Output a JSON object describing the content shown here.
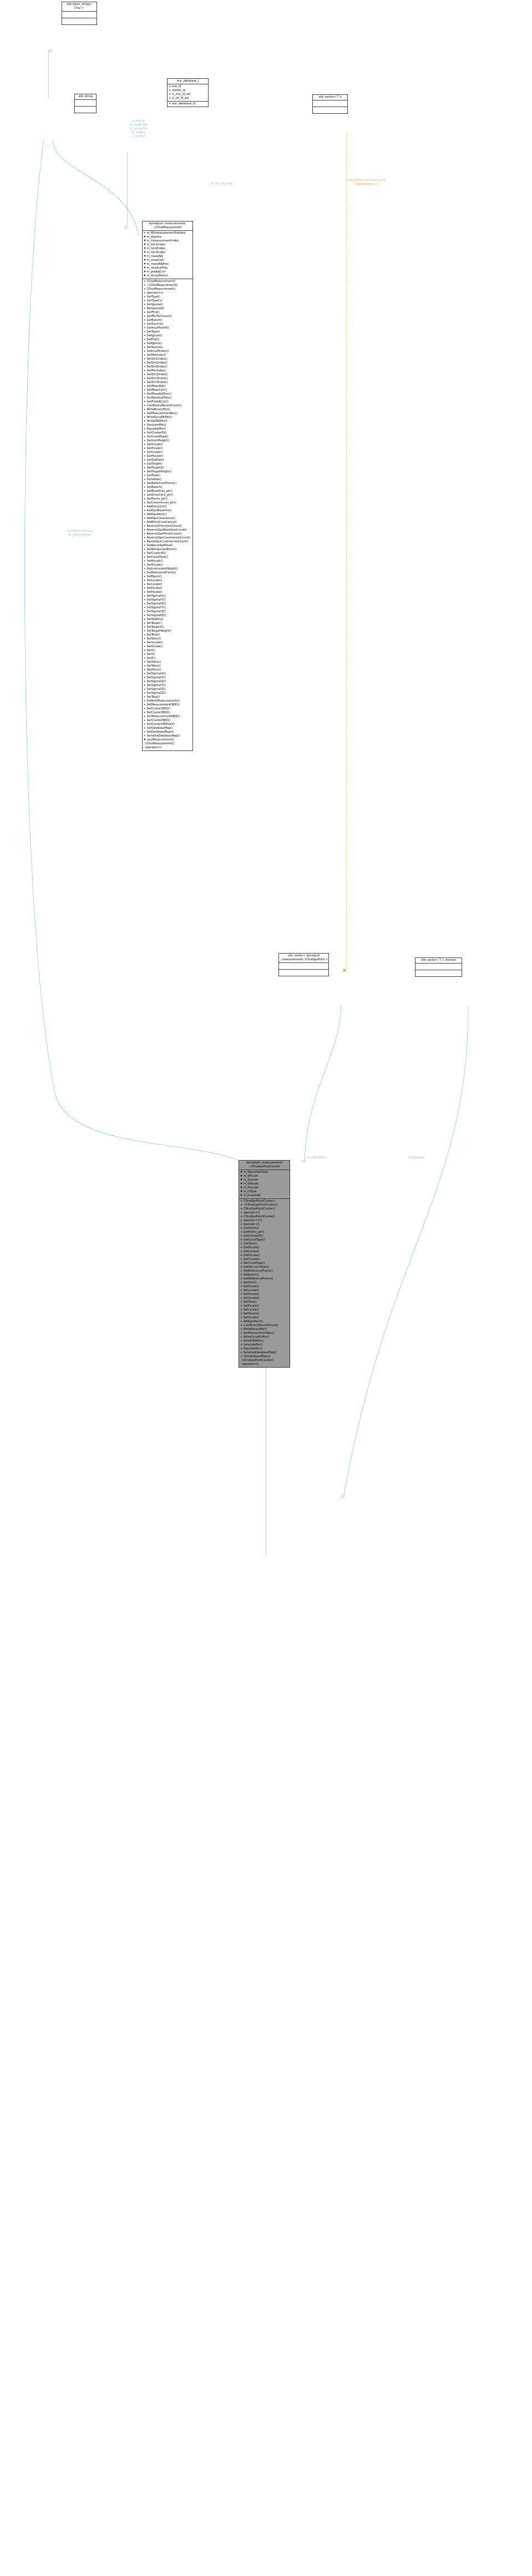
{
  "colors": {
    "usage_edge": "#63b8ff",
    "template_edge": "#f6a623",
    "inherit_edge": "#63b8ff",
    "focus_box_fill": "#9a9a9a",
    "box_border": "#404040"
  },
  "basic_string": {
    "title_lines": [
      "std::basic_string<",
      "Char >"
    ]
  },
  "std_string": {
    "title": "std::string"
  },
  "msr_database": {
    "title": "msr_database_t",
    "attributes": [
      "+ msr_id",
      "+ cluster_id",
      "+ is_msr_id_set",
      "+ is_cls_id_set"
    ],
    "methods": [
      "+ msr_database_t()"
    ]
  },
  "vector_t": {
    "title": "std::vector< T >"
  },
  "vector_gps": {
    "title_lines": [
      "std::vector< dynadjust",
      "::measurements::CDnaGpsPoint >"
    ]
  },
  "vector_iter": {
    "title": "std::vector< T >::iterator"
  },
  "cdna_measurement": {
    "title_lines": [
      "dynadjust::measurements",
      "::CDnaMeasurement"
    ],
    "attributes": [
      "+ m_MSmeasurementStations",
      "# m_bIgnore",
      "# m_lmeasurementIndex",
      "# m_lstn1Index",
      "# m_lstn2Index",
      "# m_lstn3Index",
      "# m_measAdj",
      "# m_measCorr",
      "# m_measAdjPrec",
      "# m_residualPrec",
      "# m_preAdjCorr",
      "# m_bInsufficient"
    ],
    "methods": [
      "+ CDnaMeasurement()",
      "+ ~CDnaMeasurement()",
      "+ CDnaMeasurement()",
      "+ operator=()",
      "+ GetType()",
      "+ GetTypeC()",
      "+ GetIgnore()",
      "+ NotIgnored()",
      "+ GetFirst()",
      "+ GetMsrStnCount()",
      "+ GetEpoch()",
      "+ GetSource()",
      "+ GetInsufficient()",
      "+ SetType()",
      "+ SetIgnore()",
      "+ SetFirst()",
      "+ SetEpoch()",
      "+ SetSource()",
      "+ SetInsufficient()",
      "+ SetMsrIndex()",
      "+ SetStn1Index()",
      "+ SetStn2Index()",
      "+ SetStn3Index()",
      "+ GetMsrIndex()",
      "+ GetStn1Index()",
      "+ GetStn2Index()",
      "+ GetStn3Index()",
      "+ GetMeasAdj()",
      "+ GetMeasCorr()",
      "+ GetMeasAdjPrec()",
      "+ GetResidualPrec()",
      "+ GetPreAdjCorr()",
      "+ CalcBinaryRecordCount()",
      "+ WriteBinaryMsr()",
      "+ SetMeasurementRec()",
      "+ WriteDynaMLMsr()",
      "+ WriteDNAMsr()",
      "+ SimulateMsr()",
      "+ PopulateMsr()",
      "+ GetClusterID()",
      "+ GetCoordType()",
      "+ GetInstrHeight()",
      "+ GetVscale()",
      "+ GetPscale()",
      "+ GetLscale()",
      "+ GetHscale()",
      "+ GetStdDev()",
      "+ GetTarget()",
      "+ GetTarget2()",
      "+ GetTargetHeight()",
      "+ GetTotal()",
      "+ GetValue()",
      "+ GetReferenceFrame()",
      "+ GetEpoch()",
      "+ GetBaselines_ptr()",
      "+ GetDirections_ptr()",
      "+ GetPoints_ptr()",
      "+ GetCovariances_ptr()",
      "+ AddDirection()",
      "+ AddGpsBaseline()",
      "+ AddGpsPoint()",
      "+ AddGpsCovariance()",
      "+ AddPointCovariance()",
      "+ ReserveDirectionsCount()",
      "+ ReserveGpsBaselinesCount()",
      "+ ReserveGpsPointsCount()",
      "+ ReserveGpsCovariancesCount()",
      "+ ResizeGpsCovariancesCount()",
      "+ SetRecordedTotal()",
      "+ SetNonIgnoredDirns()",
      "+ SetClusterID()",
      "+ SetCoordType()",
      "+ SetHscale()",
      "+ SetHscale()",
      "+ SetInstrumentHeight()",
      "+ SetReferenceFrame()",
      "+ SetEpoch()",
      "+ SetLscale()",
      "+ SetLscale()",
      "+ SetPscale()",
      "+ SetPscale()",
      "+ SetSigmaXX()",
      "+ SetSigmaXY()",
      "+ SetSigmaXZ()",
      "+ SetSigmaYY()",
      "+ SetSigmaYZ()",
      "+ SetSigmaZZ()",
      "+ SetStdDev()",
      "+ SetTarget()",
      "+ SetTarget2()",
      "+ SetTargetHeight()",
      "+ SetTotal()",
      "+ SetValue()",
      "+ SetVscale()",
      "+ SetVscale()",
      "+ SetX()",
      "+ SetY()",
      "+ SetZ()",
      "+ SetXAxis()",
      "+ SetYAxis()",
      "+ SetZAxis()",
      "+ SetSigmaXX()",
      "+ SetSigmaXY()",
      "+ SetSigmaXZ()",
      "+ SetSigmaYY()",
      "+ SetSigmaYZ()",
      "+ SetSigmaZZ()",
      "+ SetTotal()",
      "+ PreferGMeasurements()",
      "+ SetMeasurementDBID()",
      "+ SetClusterDBID()",
      "+ SetClusterDBID()",
      "+ GetMeasurementDBID()",
      "+ GetClusterDBID()",
      "+ GetClusterDBIDset()",
      "+ SetDatabaseMap()",
      "+ SetDatabaseMaps()",
      "+ SerialiseDatabaseMap()",
      "# coutMeasurement()",
      "- CDnaMeasurement()",
      "- operator=()"
    ]
  },
  "cdna_gps_point_cluster": {
    "title_lines": [
      "dynadjust::measurements",
      "::CDnaGpsPointCluster"
    ],
    "attributes": [
      "# m_lRecordedTotal",
      "# m_dPscale",
      "# m_dLscale",
      "# m_dHscale",
      "# m_dVscale",
      "# m_ctType",
      "# m_lclusterID"
    ],
    "methods": [
      "+ CDnaGpsPointCluster()",
      "+ ~CDnaGpsPointCluster()",
      "+ CDnaGpsPointCluster()",
      "+ operator=()",
      "+ CDnaGpsPointCluster()",
      "+ operator==()",
      "+ operator<()",
      "+ GetPoints()",
      "+ GetPoints_ptr()",
      "+ GetClusterID()",
      "+ GetCoordType()",
      "+ GetTotal()",
      "+ GetPscale()",
      "+ GetLscale()",
      "+ GetHscale()",
      "+ GetVscale()",
      "+ SetCoordType()",
      "+ GetMyCoordType()",
      "+ SetReferenceFrame()",
      "+ SetEpoch()",
      "+ GetReferenceFrame()",
      "+ SetTotal()",
      "+ SetPscale()",
      "+ SetLscale()",
      "+ SetHscale()",
      "+ SetVscale()",
      "+ SetTotal()",
      "+ SetPscale()",
      "+ SetLscale()",
      "+ SetHscale()",
      "+ SetVscale()",
      "+ AddGpsPoint()",
      "+ CalcBinaryRecordCount()",
      "+ WriteBinaryMsr()",
      "+ SetMeasurementRec()",
      "+ WriteDynaMLMsr()",
      "+ WriteDNAMsr()",
      "+ SimulateMsr()",
      "+ PopulateMsr()",
      "+ SerialiseDatabaseMap()",
      "+ SetDatabaseMaps()",
      "- CDnaGpsPointCluster()",
      "- operator=()"
    ]
  },
  "edge_labels": {
    "string_to_measurement": [
      "m_epoch",
      "m_epsgCode",
      "m_sourceFile",
      "m_strType",
      "m_strFirst"
    ],
    "db_map": [
      "m_msr_db_map"
    ],
    "vector_template": [
      "< dynadjust::measurements",
      "::CDnaGpsPoint >"
    ],
    "string_to_cluster": [
      "m_referenceFrame",
      "m_strCoordType"
    ],
    "vec_points": [
      "m_vGpsPoints"
    ],
    "iterator": [
      "m_dbsmap"
    ]
  }
}
